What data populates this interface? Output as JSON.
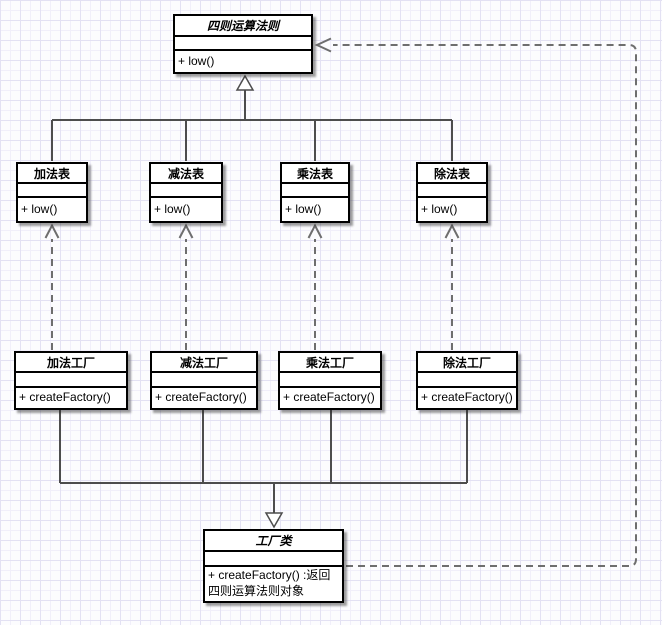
{
  "diagram": {
    "classes": [
      {
        "id": "abstract-product",
        "name": "四则运算法则",
        "abstract": true,
        "attributes": "",
        "method": "+ low()"
      },
      {
        "id": "add-table",
        "name": "加法表",
        "abstract": false,
        "attributes": "",
        "method": "+ low()"
      },
      {
        "id": "sub-table",
        "name": "减法表",
        "abstract": false,
        "attributes": "",
        "method": "+ low()"
      },
      {
        "id": "mul-table",
        "name": "乘法表",
        "abstract": false,
        "attributes": "",
        "method": "+ low()"
      },
      {
        "id": "div-table",
        "name": "除法表",
        "abstract": false,
        "attributes": "",
        "method": "+ low()"
      },
      {
        "id": "add-factory",
        "name": "加法工厂",
        "abstract": false,
        "attributes": "",
        "method": "+ createFactory()"
      },
      {
        "id": "sub-factory",
        "name": "减法工厂",
        "abstract": false,
        "attributes": "",
        "method": "+ createFactory()"
      },
      {
        "id": "mul-factory",
        "name": "乘法工厂",
        "abstract": false,
        "attributes": "",
        "method": "+ createFactory()"
      },
      {
        "id": "div-factory",
        "name": "除法工厂",
        "abstract": false,
        "attributes": "",
        "method": "+ createFactory()"
      },
      {
        "id": "abstract-factory",
        "name": "工厂类",
        "abstract": true,
        "attributes": "",
        "method": "+ createFactory()  :返回\n四则运算法则对象"
      }
    ],
    "colors": {
      "box_border": "#000000",
      "box_fill": "#ffffff",
      "solid_edge": "#4d4d4d",
      "dashed_edge": "#6e6e6e",
      "grid_major": "#e3e1f3",
      "grid_minor": "#f1effa",
      "background": "#fcfcfe"
    },
    "edges": [
      {
        "type": "generalization",
        "from": "add-table,sub-table,mul-table,div-table",
        "to": "abstract-product"
      },
      {
        "type": "dependency",
        "from": "add-factory",
        "to": "add-table"
      },
      {
        "type": "dependency",
        "from": "sub-factory",
        "to": "sub-table"
      },
      {
        "type": "dependency",
        "from": "mul-factory",
        "to": "mul-table"
      },
      {
        "type": "dependency",
        "from": "div-factory",
        "to": "div-table"
      },
      {
        "type": "generalization",
        "from": "add-factory,sub-factory,mul-factory,div-factory",
        "to": "abstract-factory"
      },
      {
        "type": "dependency",
        "from": "abstract-factory",
        "to": "abstract-product"
      }
    ]
  }
}
